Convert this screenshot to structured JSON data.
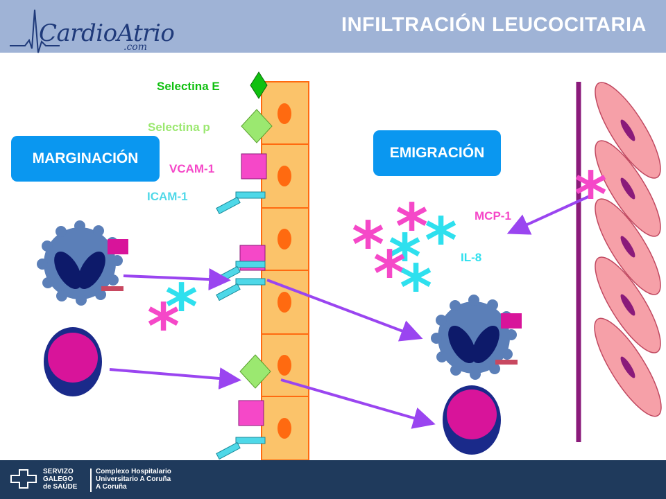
{
  "header": {
    "title": "INFILTRACIÓN LEUCOCITARIA",
    "logo_text": "CardioAtrio",
    "logo_sub": ".com"
  },
  "labels": {
    "margination": "MARGINACIÓN",
    "emigration": "EMIGRACIÓN",
    "selectina_e": "Selectina E",
    "selectina_p": "Selectina p",
    "vcam": "VCAM-1",
    "icam": "ICAM-1",
    "mcp": "MCP-1",
    "il8": "IL-8"
  },
  "footer": {
    "sergas_line1": "SERVIZO",
    "sergas_line2": "GALEGO",
    "sergas_line3": "de SAÚDE",
    "hosp_line1": "Complexo Hospitalario",
    "hosp_line2": "Universitario A Coruña",
    "hosp_line3": "A Coruña"
  },
  "colors": {
    "header_bg": "#9fb3d6",
    "footer_bg": "#1f3a5c",
    "pill": "#0a97f0",
    "endothelium": "#fbc36a",
    "nucleus": "#ff6a10",
    "selectina_e": "#10c010",
    "selectina_p": "#9be870",
    "vcam": "#f548c8",
    "icam": "#4ed8e8",
    "arrow": "#9a45f0",
    "cytokine_pink": "#f548c8",
    "cytokine_cyan": "#2ee0ee",
    "wall": "#8a1a7a",
    "smooth_muscle": "#f6a0a8"
  }
}
